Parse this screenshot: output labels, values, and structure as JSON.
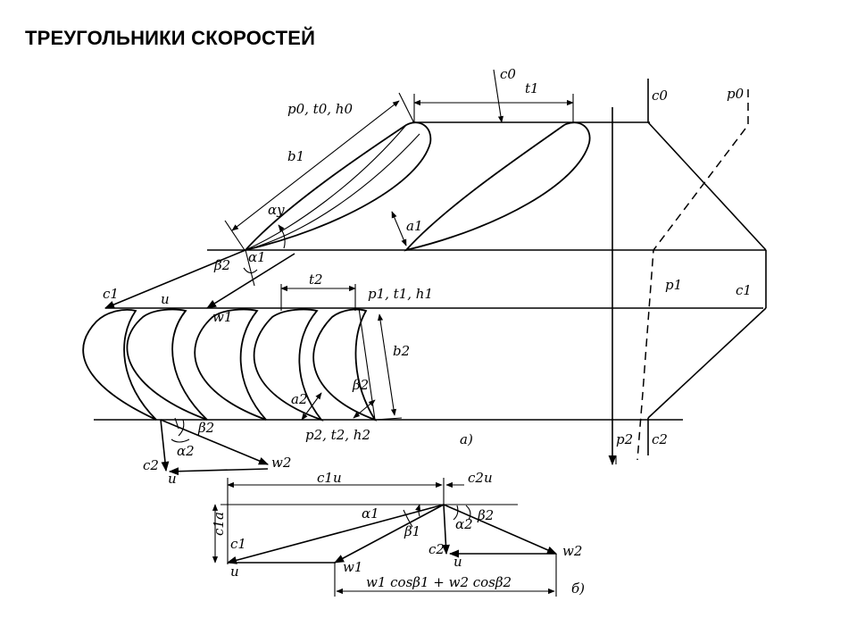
{
  "title": "ТРЕУГОЛЬНИКИ СКОРОСТЕЙ",
  "labels": {
    "c0_top": "c0",
    "t1": "t1",
    "c0_right": "c0",
    "p0_right": "p0",
    "p0t0h0": "p0, t0, h0",
    "b1": "b1",
    "alpha_y": "αy",
    "a1": "a1",
    "beta2_top": "β2",
    "alpha1_top": "α1",
    "c1_left": "c1",
    "u_top": "u",
    "w1_top": "w1",
    "t2": "t2",
    "p1t1h1": "p1, t1, h1",
    "p1_right": "p1",
    "c1_right": "c1",
    "b2": "b2",
    "beta2_mid": "β2",
    "a2": "a2",
    "p2t2h2": "p2, t2, h2",
    "beta2_low": "β2",
    "alpha2_low": "α2",
    "w2_low": "w2",
    "c2_low": "c2",
    "u_low": "u",
    "fig_a": "a)",
    "p2_right": "p2",
    "c2_right": "c2",
    "c1u": "c1u",
    "c2u": "c2u",
    "alpha1_b": "α1",
    "alpha2_b": "α2",
    "beta2_b": "β2",
    "beta1_b": "β1",
    "c1a": "c1a",
    "c1_b": "c1",
    "u_b1": "u",
    "w1_b": "w1",
    "c2_b": "c2",
    "u_b2": "u",
    "w2_b": "w2",
    "sum": "w1 cosβ1 + w2 cosβ2",
    "fig_b": "б)"
  }
}
